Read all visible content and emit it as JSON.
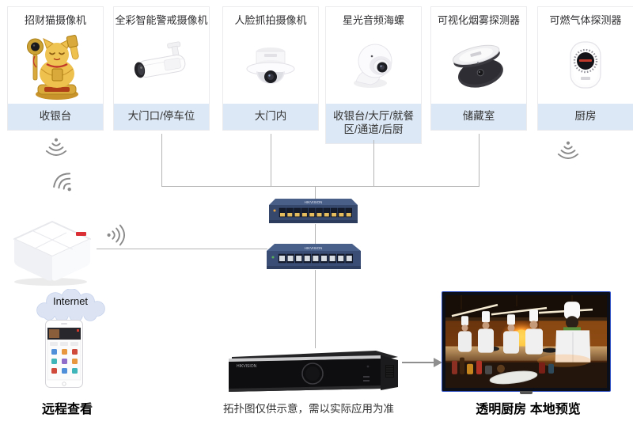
{
  "brand": "HIKVISION",
  "devices": [
    {
      "title": "招财猫摄像机",
      "location": "收银台",
      "icon": "lucky-cat-camera"
    },
    {
      "title": "全彩智能警戒摄像机",
      "location": "大门口/停车位",
      "icon": "bullet-camera"
    },
    {
      "title": "人脸抓拍摄像机",
      "location": "大门内",
      "icon": "dome-camera"
    },
    {
      "title": "星光音频海螺",
      "location": "收银台/大厅/就餐区/通道/后厨",
      "icon": "turret-camera"
    },
    {
      "title": "可视化烟雾探测器",
      "location": "储藏室",
      "icon": "smoke-detector"
    },
    {
      "title": "可燃气体探测器",
      "location": "厨房",
      "icon": "gas-detector"
    }
  ],
  "internet": {
    "label": "Internet"
  },
  "captions": {
    "remote_view": "远程查看",
    "disclaimer": "拓扑图仅供示意，需以实际应用为准",
    "local_preview": "透明厨房 本地预览"
  },
  "colors": {
    "card_label_bg": "#dce8f5",
    "connector_line": "#b5b5b5",
    "switch_body": "#3a4e75",
    "switch_top": "#4a5f88",
    "port_gold": "#e5bd5e",
    "tv_frame_blue": "#3352c4",
    "cloud_fill": "#dce4f3",
    "wifi_gray": "#8a8a8a"
  }
}
